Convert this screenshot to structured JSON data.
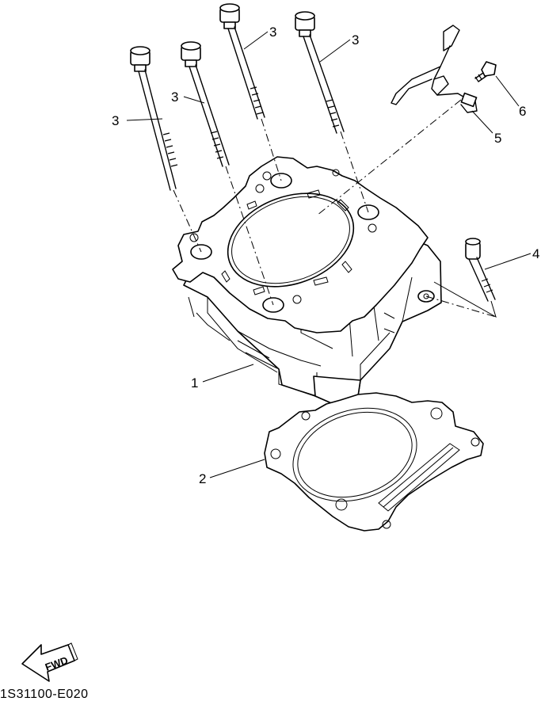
{
  "callouts": {
    "cylinder": "1",
    "gasket": "2",
    "bolt_a": "3",
    "bolt_b": "3",
    "bolt_c": "3",
    "bolt_d": "3",
    "bolt_side": "4",
    "bracket": "5",
    "bracket_bolt": "6"
  },
  "fwd_label": "FWD",
  "diagram_code": "1S31100-E020"
}
